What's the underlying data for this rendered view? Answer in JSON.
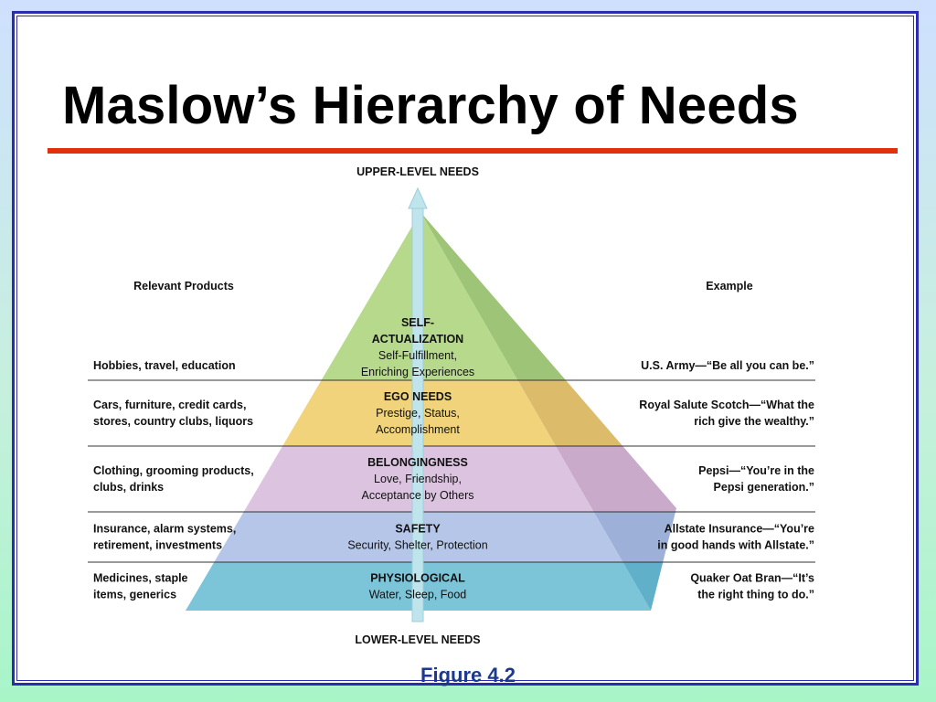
{
  "slide": {
    "title": "Maslow’s Hierarchy of Needs",
    "caption": "Figure 4.2"
  },
  "diagram": {
    "top_label": "UPPER-LEVEL NEEDS",
    "bottom_label": "LOWER-LEVEL NEEDS",
    "left_header": "Relevant Products",
    "right_header": "Example",
    "levels": [
      {
        "name": "SELF-ACTUALIZATION",
        "name_lines": [
          "SELF-",
          "ACTUALIZATION"
        ],
        "detail_lines": [
          "Self-Fulfillment,",
          "Enriching Experiences"
        ],
        "products": [
          "Hobbies, travel, education"
        ],
        "example": [
          "U.S. Army—“Be all you can be.”"
        ],
        "color": "#b7d98c",
        "side_color": "#9ec478"
      },
      {
        "name": "EGO NEEDS",
        "name_lines": [
          "EGO NEEDS"
        ],
        "detail_lines": [
          "Prestige, Status,",
          "Accomplishment"
        ],
        "products": [
          "Cars, furniture, credit cards,",
          "stores, country clubs, liquors"
        ],
        "example": [
          "Royal Salute Scotch—“What the",
          "rich give the wealthy.”"
        ],
        "color": "#f1d37c",
        "side_color": "#dcbc6a"
      },
      {
        "name": "BELONGINGNESS",
        "name_lines": [
          "BELONGINGNESS"
        ],
        "detail_lines": [
          "Love, Friendship,",
          "Acceptance by Others"
        ],
        "products": [
          "Clothing, grooming products,",
          "clubs, drinks"
        ],
        "example": [
          "Pepsi—“You’re in the",
          "Pepsi generation.”"
        ],
        "color": "#dcc3e0",
        "side_color": "#c9aacb"
      },
      {
        "name": "SAFETY",
        "name_lines": [
          "SAFETY"
        ],
        "detail_lines": [
          "Security, Shelter, Protection"
        ],
        "products": [
          "Insurance, alarm systems,",
          "retirement, investments"
        ],
        "example": [
          "Allstate Insurance—“You’re",
          "in good hands with Allstate.”"
        ],
        "color": "#b6c6e8",
        "side_color": "#9db0d8"
      },
      {
        "name": "PHYSIOLOGICAL",
        "name_lines": [
          "PHYSIOLOGICAL"
        ],
        "detail_lines": [
          "Water, Sleep, Food"
        ],
        "products": [
          "Medicines, staple",
          "items, generics"
        ],
        "example": [
          "Quaker Oat Bran—“It’s",
          "the right thing to do.”"
        ],
        "color": "#7cc4d8",
        "side_color": "#5fb0c8"
      }
    ]
  }
}
